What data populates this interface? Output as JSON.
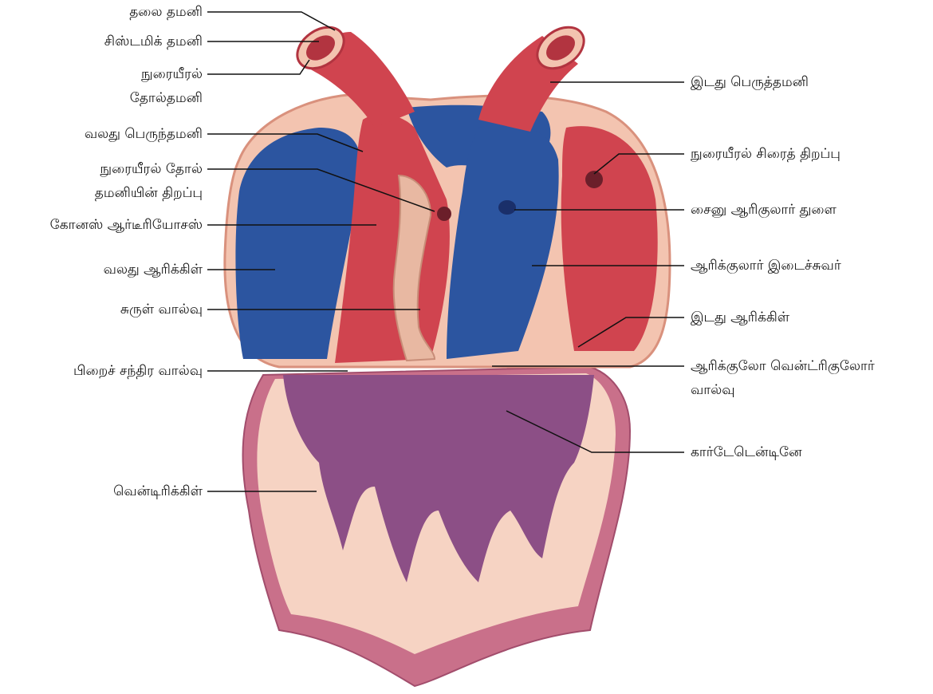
{
  "labels": {
    "head_artery": "தலை தமனி",
    "systemic_artery": "சிஸ்டமிக் தமனி",
    "pulmocutaneous_artery_1": "நுரையீரல்",
    "pulmocutaneous_artery_2": "தோல்தமனி",
    "right_aorta": "வலது பெருந்தமனி",
    "pulmocutaneous_opening_1": "நுரையீரல் தோல்",
    "pulmocutaneous_opening_2": "தமனியின் திறப்பு",
    "conus_arteriosus": "கோனஸ் ஆர்டீரியோசஸ்",
    "right_atrium": "வலது ஆரிக்கிள்",
    "spiral_valve": "சுருள் வால்வு",
    "semilunar_valve": "பிறைச் சந்திர வால்வு",
    "ventricle": "வென்டிரிக்கிள்",
    "left_aorta": "இடது பெருத்தமனி",
    "pulmonary_vein_opening": "நுரையீரல் சிரைத் திறப்பு",
    "sinu_auricular_aperture": "சைனு ஆரிகுலார் துளை",
    "interatrial_septum": "ஆரிக்குலார் இடைச்சுவர்",
    "left_atrium": "இடது ஆரிக்கிள்",
    "av_valve_1": "ஆரிக்குலோ வென்ட்ரிகுலோர்",
    "av_valve_2": "வால்வு",
    "chordae_tendineae": "கார்டேடென்டினே"
  },
  "colors": {
    "outer_tissue": "#f3c4b0",
    "tissue_edge": "#d9917d",
    "deoxygenated": "#2c55a0",
    "oxygenated": "#d0444f",
    "ventricle_outer": "#c9708a",
    "ventricle_cavity": "#8c4f86",
    "septum_light": "#f6d3c3",
    "leader_line": "#111111"
  }
}
